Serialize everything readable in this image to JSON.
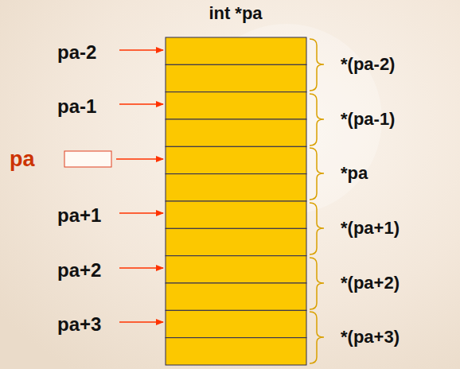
{
  "diagram": {
    "title": "int *pa",
    "labels": [
      "pa-2",
      "pa-1",
      "pa",
      "pa+1",
      "pa+2",
      "pa+3",
      "*(pa-2)",
      "*(pa-1)",
      "*pa",
      "*(pa+1)",
      "*(pa+2)",
      "*(pa+3)"
    ]
  }
}
